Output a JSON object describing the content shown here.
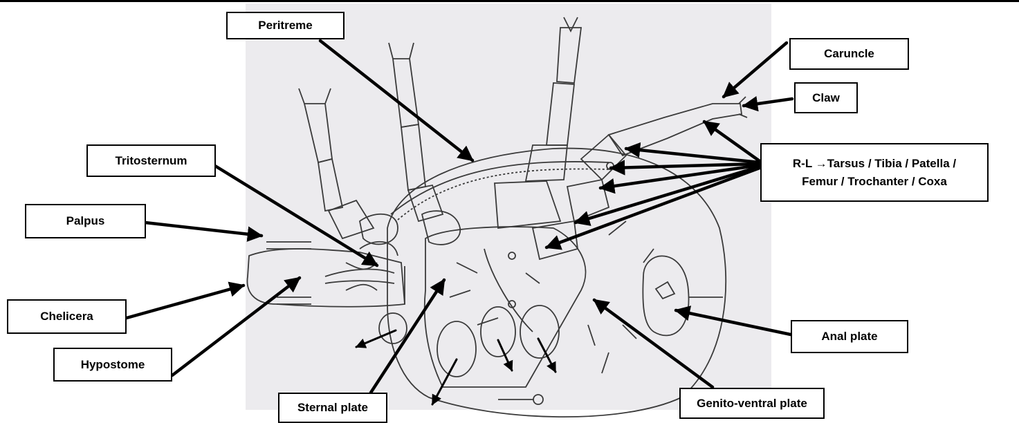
{
  "diagram": {
    "labels": {
      "peritreme": "Peritreme",
      "caruncle": "Caruncle",
      "claw": "Claw",
      "leg_segments_line1": "R-L →Tarsus / Tibia / Patella /",
      "leg_segments_line2": "Femur / Trochanter / Coxa",
      "tritosternum": "Tritosternum",
      "palpus": "Palpus",
      "chelicera": "Chelicera",
      "hypostome": "Hypostome",
      "sternal_plate": "Sternal plate",
      "genito_ventral_plate": "Genito-ventral plate",
      "anal_plate": "Anal plate"
    }
  }
}
